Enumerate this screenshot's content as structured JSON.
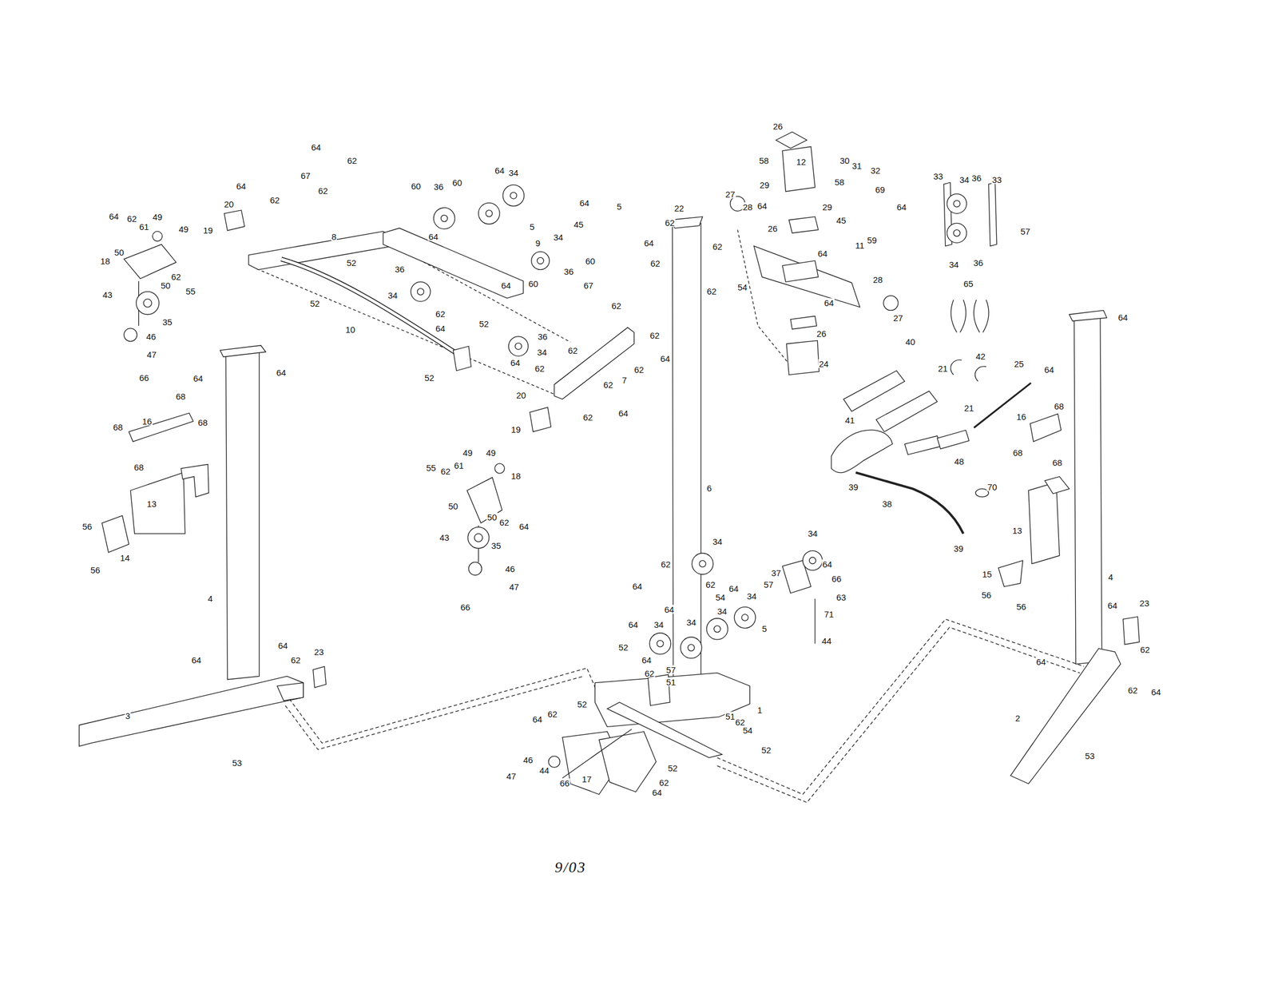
{
  "diagram": {
    "labels": [
      "64",
      "62",
      "64",
      "62",
      "67",
      "62",
      "64",
      "62",
      "49",
      "61",
      "50",
      "49",
      "19",
      "20",
      "8",
      "18",
      "43",
      "62",
      "55",
      "50",
      "35",
      "46",
      "47",
      "66",
      "52",
      "52",
      "10",
      "60",
      "36",
      "60",
      "64",
      "34",
      "5",
      "9",
      "34",
      "36",
      "60",
      "64",
      "5",
      "45",
      "36",
      "34",
      "62",
      "64",
      "64",
      "64",
      "60",
      "52",
      "52",
      "36",
      "64",
      "34",
      "62",
      "67",
      "62",
      "62",
      "64",
      "62",
      "7",
      "62",
      "62",
      "64",
      "62",
      "20",
      "19",
      "49",
      "49",
      "55",
      "62",
      "61",
      "18",
      "50",
      "50",
      "62",
      "64",
      "43",
      "35",
      "46",
      "47",
      "66",
      "22",
      "62",
      "64",
      "62",
      "62",
      "62",
      "54",
      "6",
      "34",
      "62",
      "64",
      "62",
      "54",
      "64",
      "34",
      "5",
      "64",
      "34",
      "64",
      "34",
      "34",
      "52",
      "64",
      "57",
      "62",
      "51",
      "52",
      "1",
      "51",
      "62",
      "54",
      "52",
      "52",
      "62",
      "64",
      "64",
      "62",
      "46",
      "44",
      "47",
      "66",
      "17",
      "34",
      "64",
      "37",
      "66",
      "57",
      "63",
      "71",
      "44",
      "26",
      "58",
      "12",
      "30",
      "31",
      "32",
      "69",
      "58",
      "29",
      "64",
      "29",
      "27",
      "28",
      "26",
      "45",
      "59",
      "64",
      "11",
      "64",
      "28",
      "27",
      "26",
      "24",
      "33",
      "34",
      "36",
      "33",
      "64",
      "57",
      "34",
      "36",
      "65",
      "40",
      "42",
      "21",
      "21",
      "25",
      "41",
      "48",
      "39",
      "38",
      "39",
      "70",
      "64",
      "64",
      "68",
      "16",
      "68",
      "68",
      "13",
      "15",
      "56",
      "56",
      "4",
      "64",
      "23",
      "64",
      "62",
      "62",
      "64",
      "2",
      "53",
      "64",
      "64",
      "68",
      "16",
      "68",
      "68",
      "68",
      "13",
      "56",
      "56",
      "14",
      "4",
      "64",
      "64",
      "62",
      "23",
      "3",
      "53",
      "9/03"
    ]
  }
}
